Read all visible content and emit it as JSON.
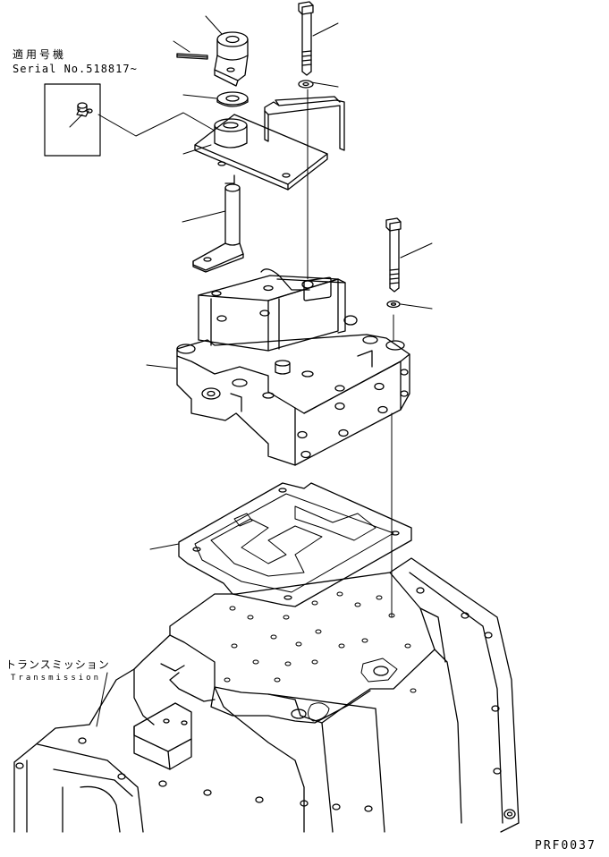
{
  "annotations": {
    "serial_label_jp": "適用号機",
    "serial_number": "Serial No.518817~",
    "transmission_jp": "トランスミッション",
    "transmission_en": "Transmission",
    "drawing_code": "PRF0037"
  },
  "colors": {
    "line": "#000000",
    "background": "#ffffff"
  }
}
